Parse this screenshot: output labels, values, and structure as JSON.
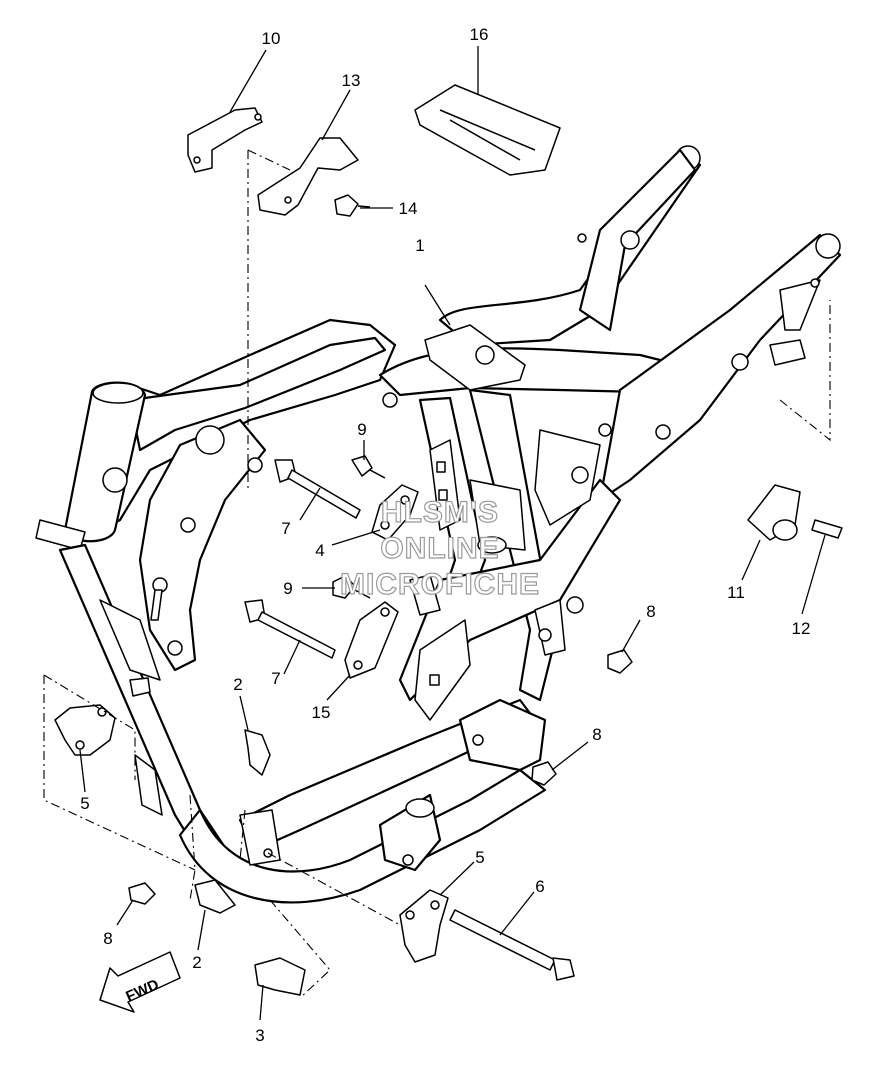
{
  "watermark": {
    "lines": [
      "HLSM'S",
      "ONLINE",
      "MICROFICHE"
    ]
  },
  "fwd_label": "FWD",
  "callouts": [
    {
      "id": "c10",
      "text": "10"
    },
    {
      "id": "c16",
      "text": "16"
    },
    {
      "id": "c13",
      "text": "13"
    },
    {
      "id": "c14",
      "text": "14"
    },
    {
      "id": "c1",
      "text": "1"
    },
    {
      "id": "c9a",
      "text": "9"
    },
    {
      "id": "c7a",
      "text": "7"
    },
    {
      "id": "c4",
      "text": "4"
    },
    {
      "id": "c9b",
      "text": "9"
    },
    {
      "id": "c7b",
      "text": "7"
    },
    {
      "id": "c15",
      "text": "15"
    },
    {
      "id": "c8a",
      "text": "8"
    },
    {
      "id": "c11",
      "text": "11"
    },
    {
      "id": "c12",
      "text": "12"
    },
    {
      "id": "c2a",
      "text": "2"
    },
    {
      "id": "c5a",
      "text": "5"
    },
    {
      "id": "c8b",
      "text": "8"
    },
    {
      "id": "c5b",
      "text": "5"
    },
    {
      "id": "c6",
      "text": "6"
    },
    {
      "id": "c8c",
      "text": "8"
    },
    {
      "id": "c2b",
      "text": "2"
    },
    {
      "id": "c3",
      "text": "3"
    }
  ]
}
